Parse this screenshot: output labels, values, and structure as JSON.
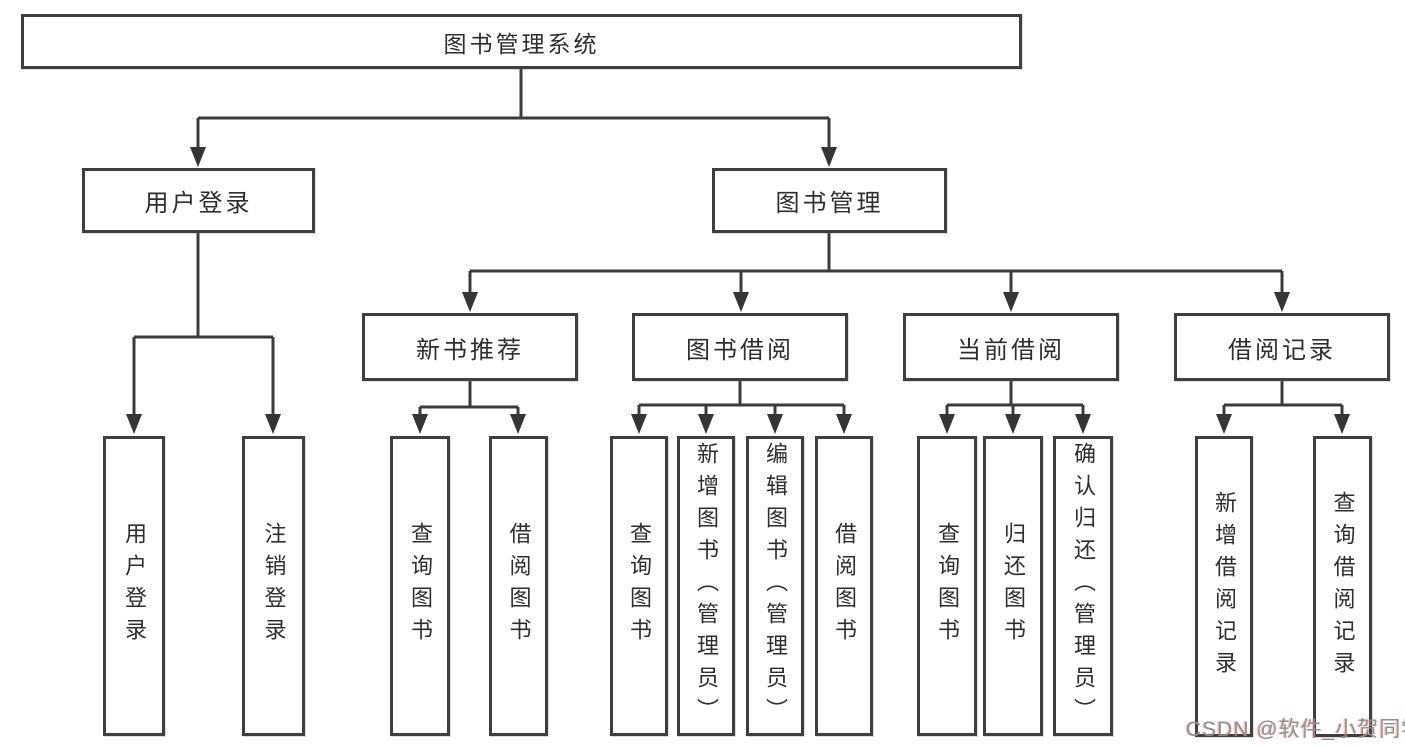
{
  "diagram": {
    "title": "图书管理系统",
    "root": {
      "label": "图书管理系统"
    },
    "branches": [
      {
        "label": "用户登录",
        "children": [
          {
            "label": "用户登录"
          },
          {
            "label": "注销登录"
          }
        ]
      },
      {
        "label": "图书管理",
        "children": [
          {
            "label": "新书推荐",
            "children": [
              {
                "label": "查询图书"
              },
              {
                "label": "借阅图书"
              }
            ]
          },
          {
            "label": "图书借阅",
            "children": [
              {
                "label": "查询图书"
              },
              {
                "label": "新增图书（管理员）"
              },
              {
                "label": "编辑图书（管理员）"
              },
              {
                "label": "借阅图书"
              }
            ]
          },
          {
            "label": "当前借阅",
            "children": [
              {
                "label": "查询图书"
              },
              {
                "label": "归还图书"
              },
              {
                "label": "确认归还（管理员）"
              }
            ]
          },
          {
            "label": "借阅记录",
            "children": [
              {
                "label": "新增借阅记录"
              },
              {
                "label": "查询借阅记录"
              }
            ]
          }
        ]
      }
    ]
  },
  "watermark": {
    "text": "CSDN @软件_小贺同学"
  }
}
